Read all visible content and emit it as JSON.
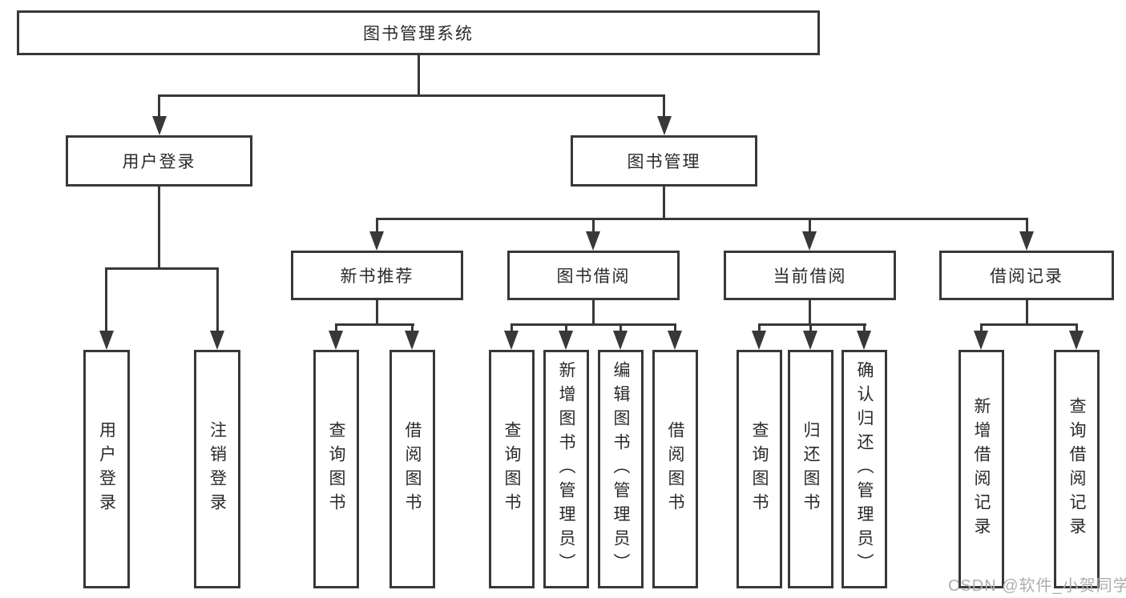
{
  "diagram": {
    "root": {
      "label": "图书管理系统"
    },
    "branches": [
      {
        "label": "用户登录"
      },
      {
        "label": "图书管理"
      }
    ],
    "modules": [
      {
        "label": "新书推荐"
      },
      {
        "label": "图书借阅"
      },
      {
        "label": "当前借阅"
      },
      {
        "label": "借阅记录"
      }
    ],
    "leaves": [
      {
        "label": "用户登录"
      },
      {
        "label": "注销登录"
      },
      {
        "label": "查询图书"
      },
      {
        "label": "借阅图书"
      },
      {
        "label": "查询图书"
      },
      {
        "label": "新增图书（管理员）"
      },
      {
        "label": "编辑图书（管理员）"
      },
      {
        "label": "借阅图书"
      },
      {
        "label": "查询图书"
      },
      {
        "label": "归还图书"
      },
      {
        "label": "确认归还（管理员）"
      },
      {
        "label": "新增借阅记录"
      },
      {
        "label": "查询借阅记录"
      }
    ]
  },
  "watermark": {
    "text": "CSDN @软件_小贺同学"
  },
  "colors": {
    "line": "#383838",
    "text": "#2a2a2a",
    "background": "#ffffff",
    "watermark": "#b1adad"
  }
}
